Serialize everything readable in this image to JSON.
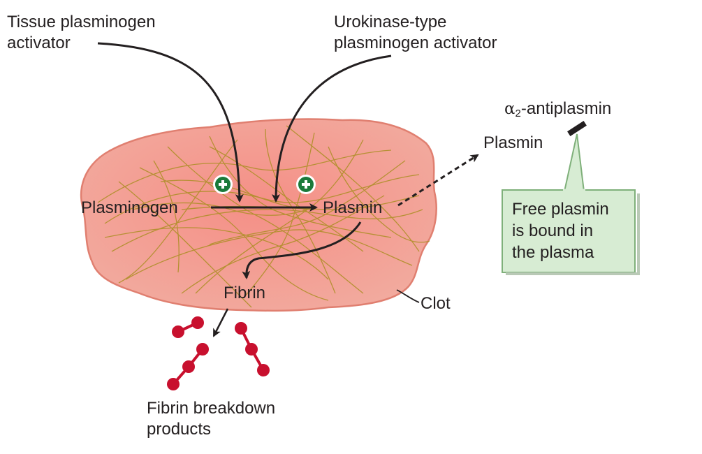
{
  "labels": {
    "tpa_line1": "Tissue plasminogen",
    "tpa_line2": "activator",
    "upa_line1": "Urokinase-type",
    "upa_line2": "plasminogen activator",
    "antiplasmin_symbol": "α",
    "antiplasmin_subscript": "2",
    "antiplasmin_rest": "-antiplasmin",
    "plasmin_free": "Plasmin",
    "plasminogen": "Plasminogen",
    "plasmin_clot": "Plasmin",
    "fibrin": "Fibrin",
    "clot": "Clot",
    "breakdown_line1": "Fibrin breakdown",
    "breakdown_line2": "products"
  },
  "callout": {
    "line1": "Free plasmin",
    "line2": "is bound in",
    "line3": "the plasma"
  },
  "colors": {
    "clot_fill": "#f0a79a",
    "clot_edge": "#e07f70",
    "fibrin_strands": "#b08f2a",
    "plus_badge": "#1a7a3a",
    "breakdown_products": "#c8102e",
    "callout_fill": "#d7ecd3",
    "callout_edge": "#7fb07a",
    "arrows": "#231f20"
  }
}
